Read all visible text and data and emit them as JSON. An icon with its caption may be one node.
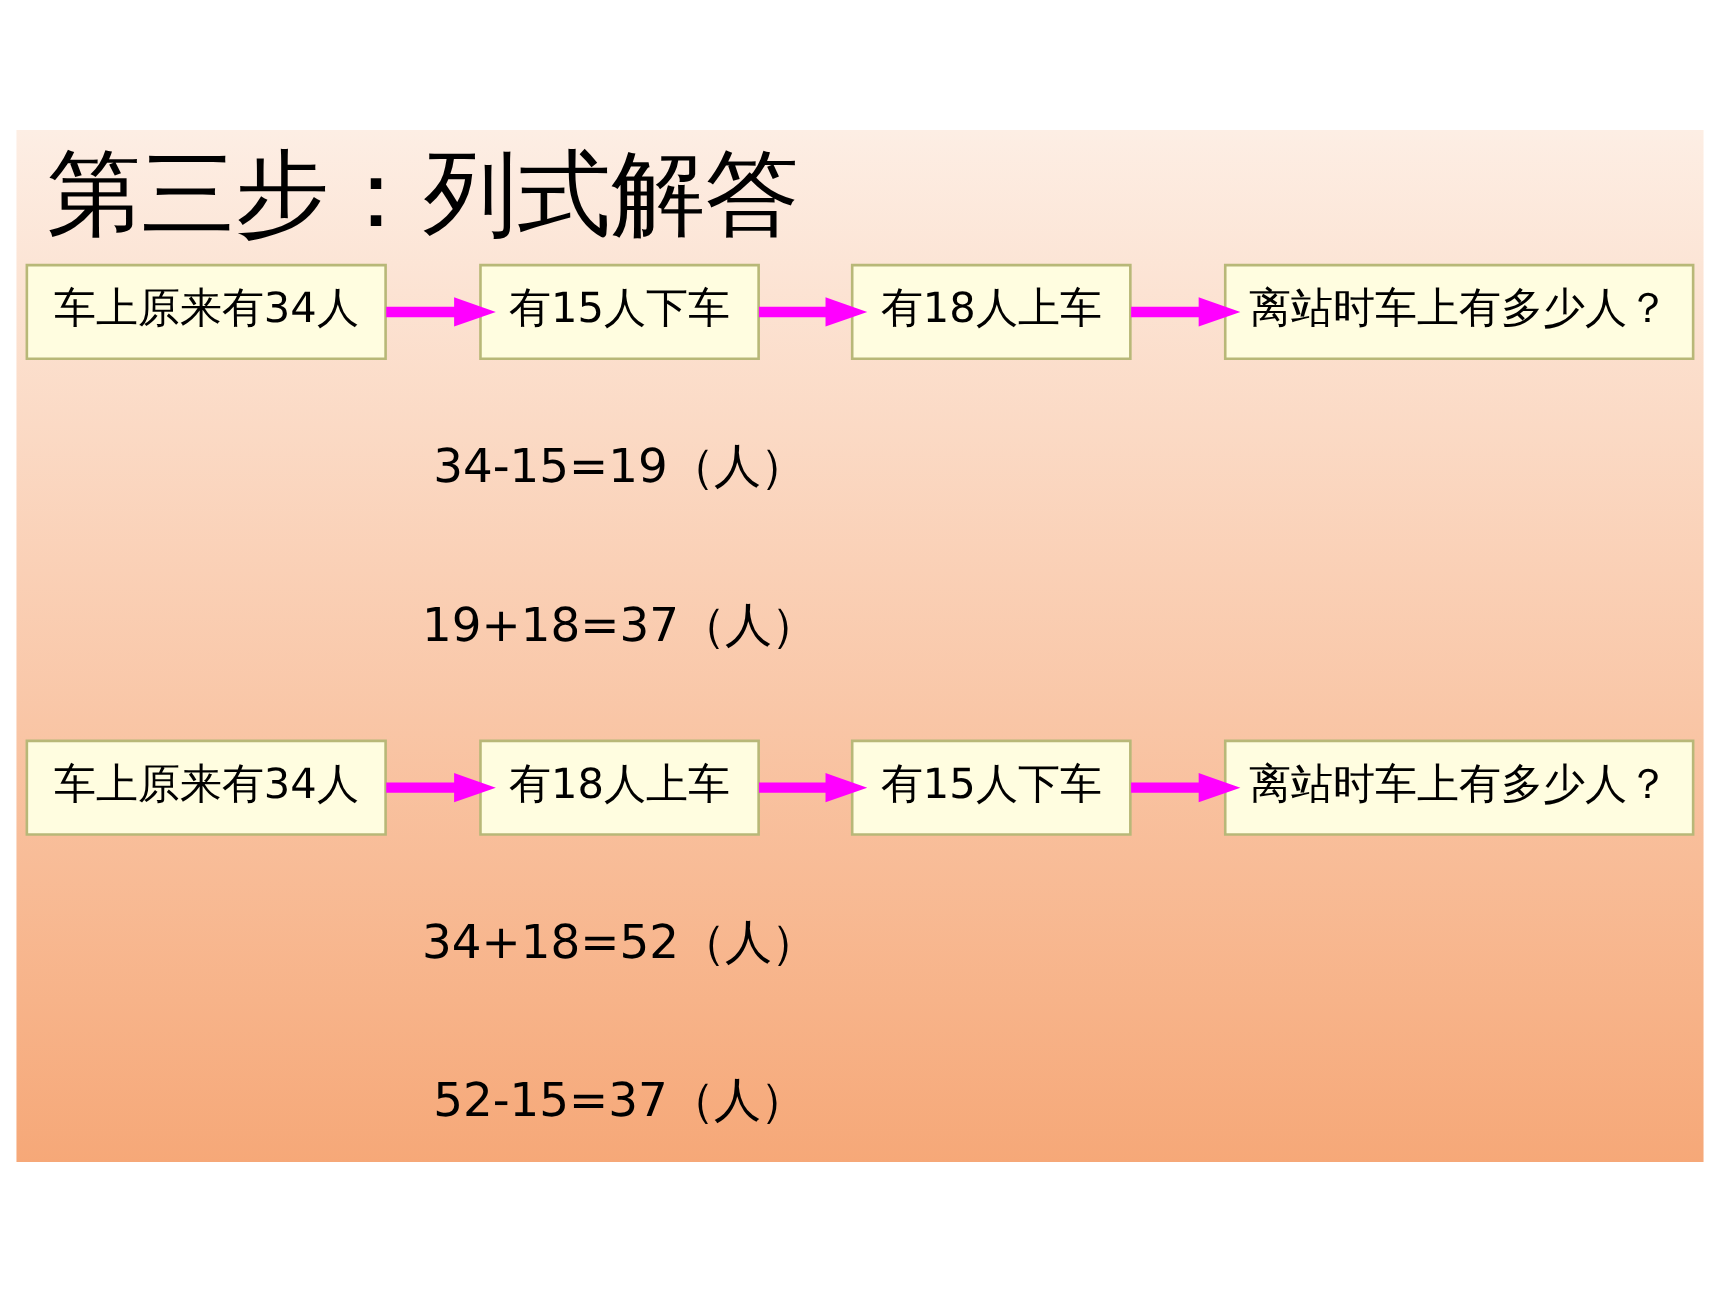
{
  "diagram": {
    "title": "第三步：列式解答",
    "nodes": [
      {
        "text": [
          "车上原来有34人"
        ]
      },
      {
        "text": [
          "有15人下车"
        ]
      },
      {
        "text": [
          "有18人上车"
        ]
      },
      {
        "text": [
          "离站时车上有多少人？"
        ]
      },
      {
        "text": [
          "车上原来有34人"
        ]
      },
      {
        "text": [
          "有18人上车"
        ]
      },
      {
        "text": [
          "有15人下车"
        ]
      },
      {
        "text": [
          "离站时车上有多少人？"
        ]
      }
    ],
    "edges": [
      {
        "from": 0,
        "to": 1,
        "arrow": "to"
      },
      {
        "from": 1,
        "to": 2,
        "arrow": "to"
      },
      {
        "from": 2,
        "to": 3,
        "arrow": "to"
      },
      {
        "from": 4,
        "to": 5,
        "arrow": "to"
      },
      {
        "from": 5,
        "to": 6,
        "arrow": "to"
      },
      {
        "from": 6,
        "to": 7,
        "arrow": "to"
      }
    ],
    "labels": [
      "34-15=19（人）",
      "19+18=37（人）",
      "34+18=52（人）",
      "52-15=37（人）"
    ]
  }
}
